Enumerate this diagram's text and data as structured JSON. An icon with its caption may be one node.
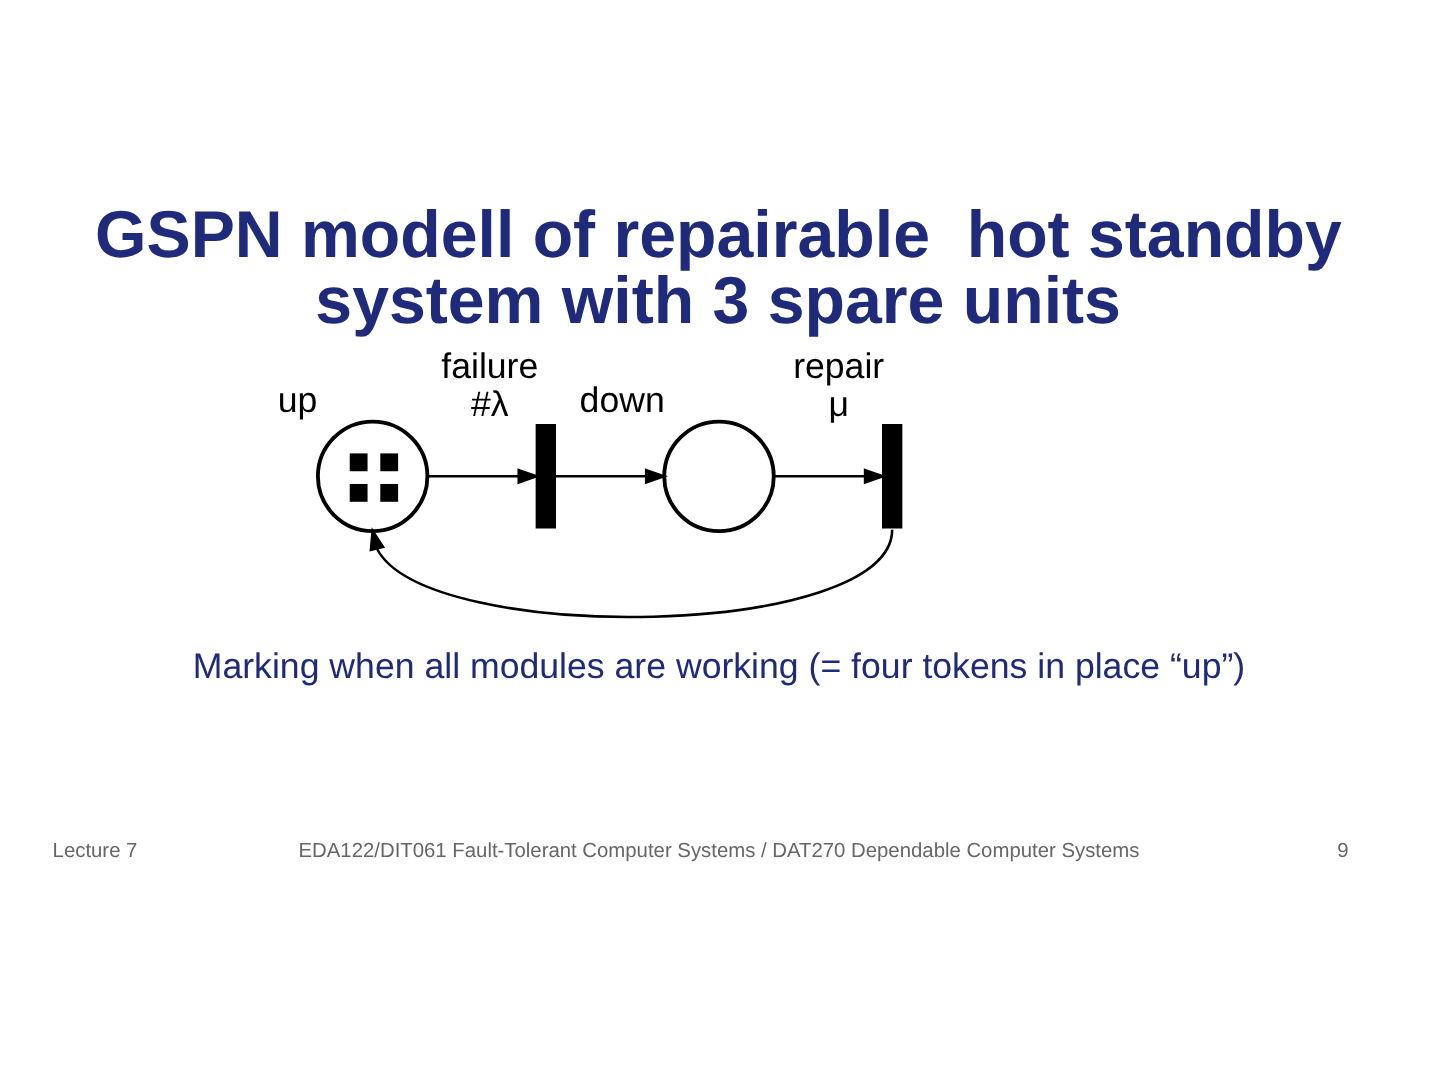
{
  "diagram": {
    "title": "GSPN modell of repairable  hot standby system with 3 spare units",
    "nodes": [
      {
        "text": [],
        "shape": "circle",
        "beside": [
          "up"
        ]
      },
      {
        "text": [],
        "shape": "bar",
        "beside": [
          "failure",
          "#λ"
        ]
      },
      {
        "text": [],
        "shape": "circle",
        "beside": [
          "down"
        ]
      },
      {
        "text": [],
        "shape": "bar",
        "beside": [
          "repair",
          "μ"
        ]
      }
    ],
    "edges": [
      {
        "from": 0,
        "to": 1,
        "arrow": "to"
      },
      {
        "from": 1,
        "to": 2,
        "arrow": "to"
      },
      {
        "from": 2,
        "to": 3,
        "arrow": "to"
      },
      {
        "from": 3,
        "to": 0,
        "arrow": "to"
      }
    ],
    "labels": [
      "Marking when all modules are working (= four tokens in place “up”)",
      "Lecture 7",
      "EDA122/DIT061 Fault-Tolerant Computer Systems / DAT270 Dependable Computer Systems",
      "9"
    ]
  }
}
